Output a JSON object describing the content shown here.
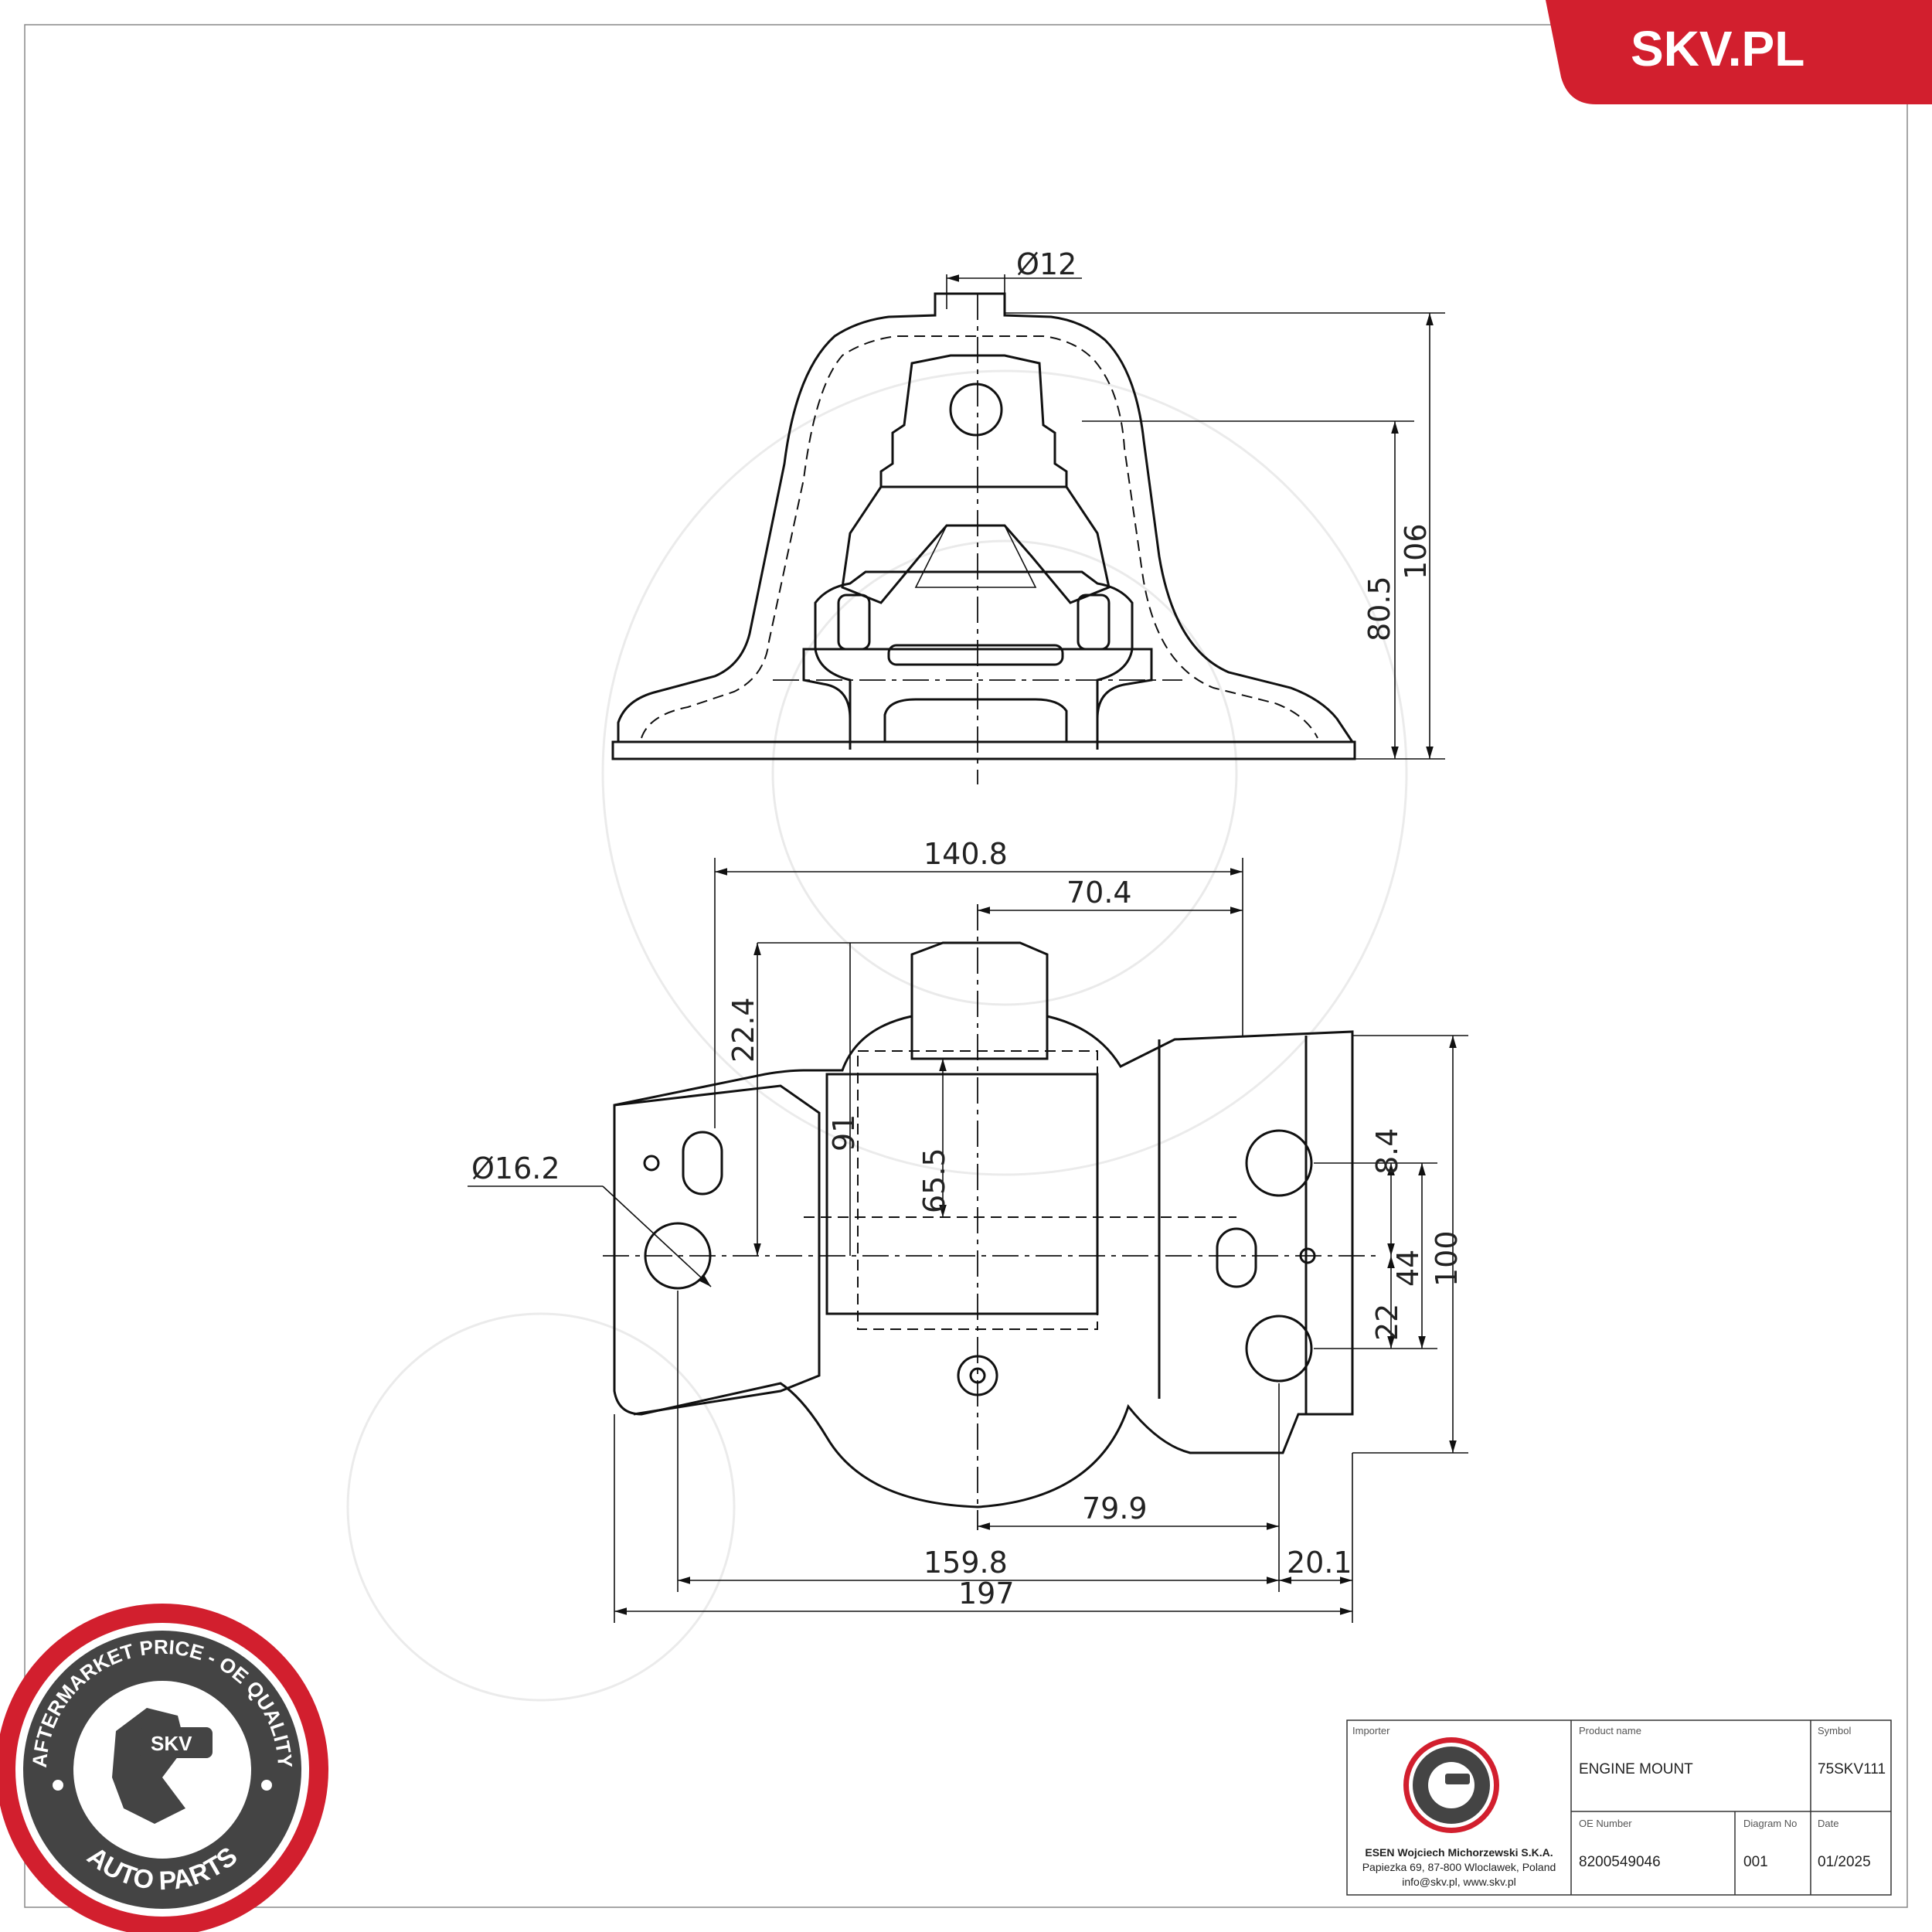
{
  "brand": {
    "site": "SKV.PL",
    "accent": "#d21f2e"
  },
  "seal": {
    "ring_text": "AFTERMARKET PRICE - OE QUALITY",
    "center_text": "SKV",
    "bottom_text": "AUTO PARTS"
  },
  "dimensions": {
    "hole_top": "Ø12",
    "height_total": "106",
    "height_inner": "80.5",
    "width_upper": "140.8",
    "width_half": "70.4",
    "offset_22_4": "22.4",
    "offset_91": "91",
    "offset_65_5": "65.5",
    "hole_left": "Ø16.2",
    "right_8_4": "8.4",
    "right_44": "44",
    "right_22": "22",
    "right_100": "100",
    "bottom_79_9": "79.9",
    "bottom_159_8": "159.8",
    "bottom_20_1": "20.1",
    "bottom_197": "197"
  },
  "title_block": {
    "importer_label": "Importer",
    "importer_line1": "ESEN Wojciech Michorzewski S.K.A.",
    "importer_line2": "Papiezka 69, 87-800 Wloclawek, Poland",
    "importer_line3": "info@skv.pl, www.skv.pl",
    "product_label": "Product name",
    "product_value": "ENGINE MOUNT",
    "symbol_label": "Symbol",
    "symbol_value": "75SKV111",
    "oe_label": "OE Number",
    "oe_value": "8200549046",
    "diagram_label": "Diagram No",
    "diagram_value": "001",
    "date_label": "Date",
    "date_value": "01/2025"
  }
}
